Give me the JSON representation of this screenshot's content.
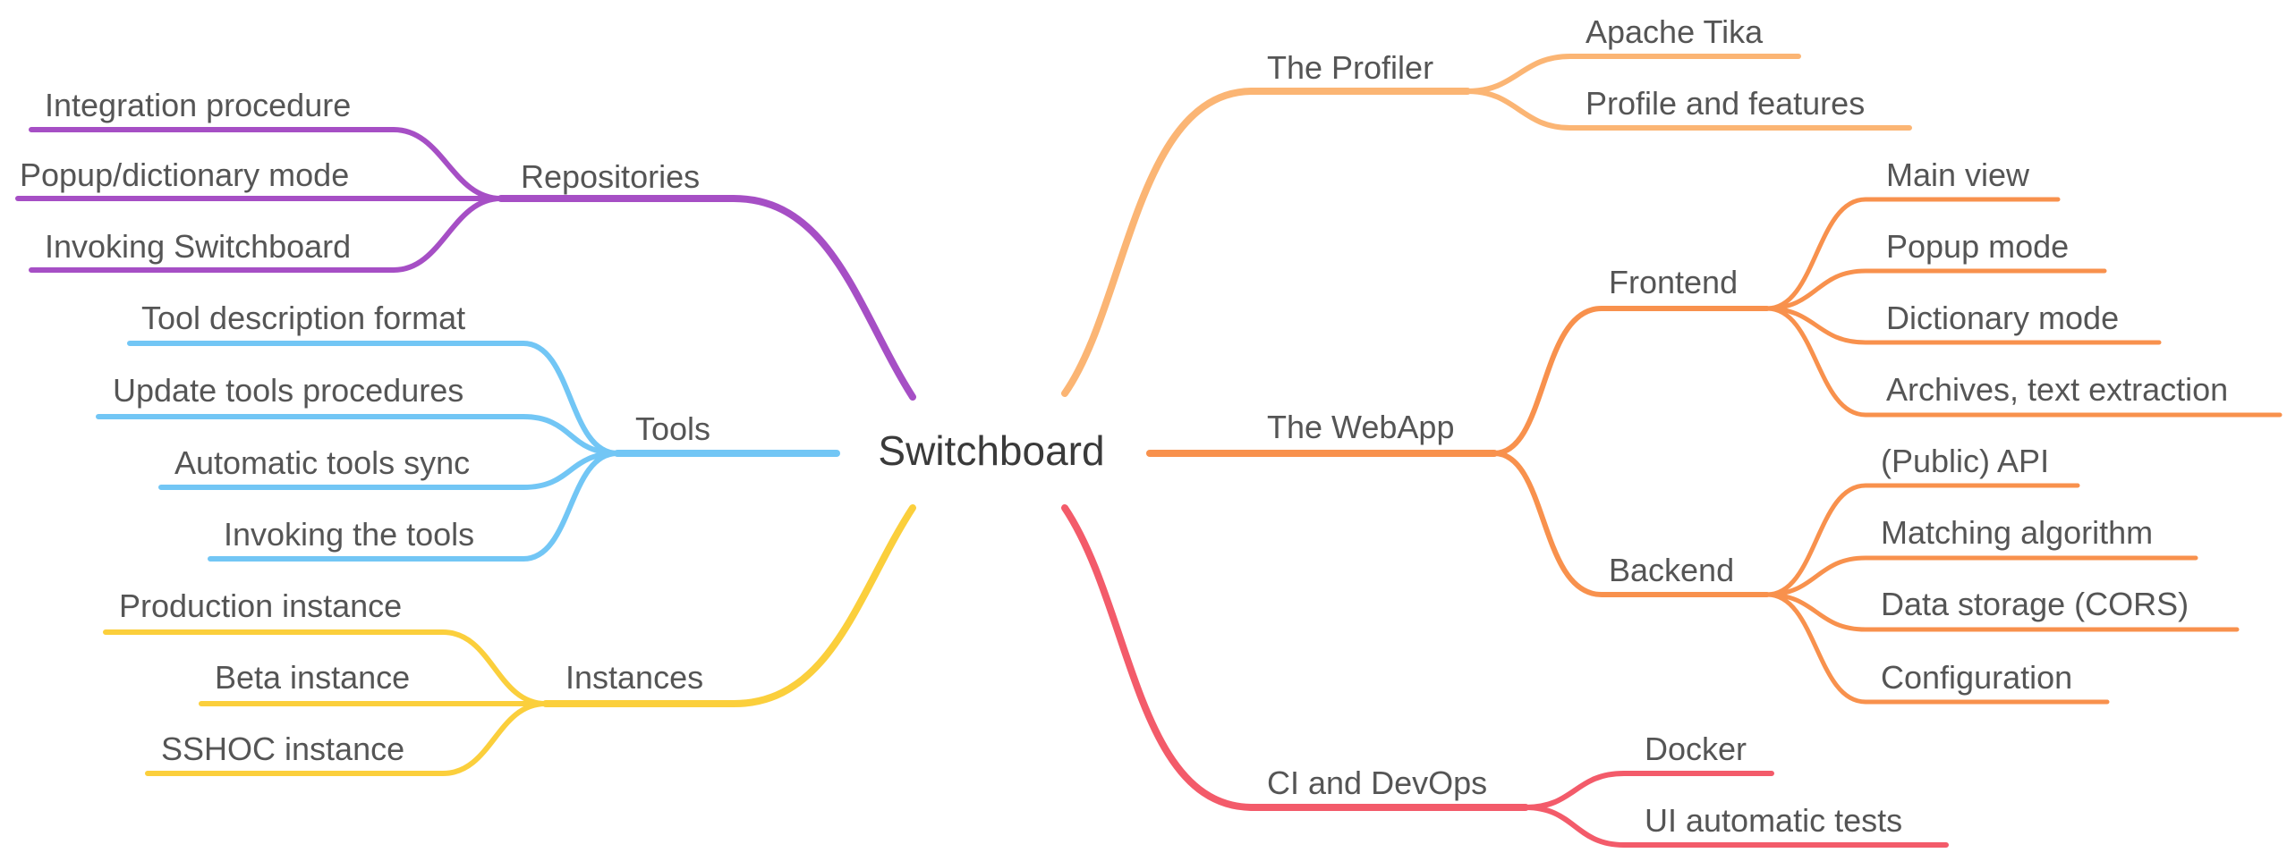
{
  "root": {
    "label": "Switchboard"
  },
  "colors": {
    "purple": "#a64fc5",
    "blue": "#72c6f5",
    "yellow": "#fbcf3c",
    "peach": "#fbb574",
    "orange": "#f8914d",
    "red": "#f35b6a"
  },
  "branches": {
    "repositories": {
      "label": "Repositories",
      "color": "#a64fc5",
      "children": [
        "Integration procedure",
        "Popup/dictionary mode",
        "Invoking Switchboard"
      ]
    },
    "tools": {
      "label": "Tools",
      "color": "#72c6f5",
      "children": [
        "Tool description format",
        "Update tools procedures",
        "Automatic tools sync",
        "Invoking the tools"
      ]
    },
    "instances": {
      "label": "Instances",
      "color": "#fbcf3c",
      "children": [
        "Production instance",
        "Beta instance",
        "SSHOC instance"
      ]
    },
    "profiler": {
      "label": "The Profiler",
      "color": "#fbb574",
      "children": [
        "Apache Tika",
        "Profile and features"
      ]
    },
    "webapp": {
      "label": "The WebApp",
      "color": "#f8914d",
      "frontend": {
        "label": "Frontend",
        "children": [
          "Main view",
          "Popup mode",
          "Dictionary mode",
          "Archives, text extraction"
        ]
      },
      "backend": {
        "label": "Backend",
        "children": [
          "(Public) API",
          "Matching algorithm",
          "Data storage (CORS)",
          "Configuration"
        ]
      }
    },
    "cidevops": {
      "label": "CI and DevOps",
      "color": "#f35b6a",
      "children": [
        "Docker",
        "UI automatic tests"
      ]
    }
  }
}
